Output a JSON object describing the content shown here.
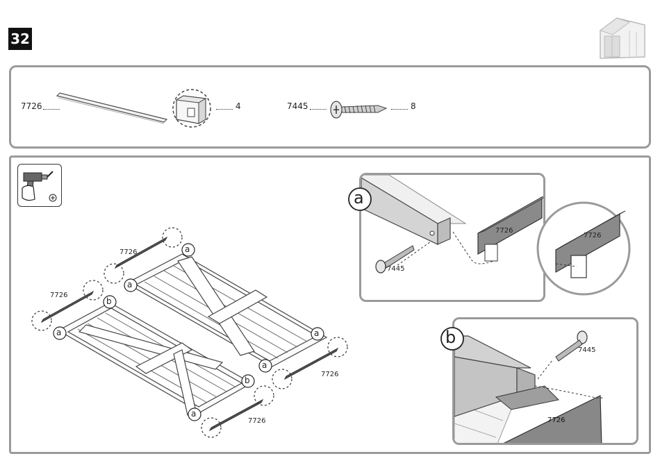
{
  "step": {
    "number": "32"
  },
  "parts": {
    "profile": {
      "code": "7726",
      "qty": "4"
    },
    "screw": {
      "code": "7445",
      "qty": "8"
    }
  },
  "assembly": {
    "profile_labels": [
      "7726",
      "7726",
      "7726",
      "7726"
    ],
    "callouts": [
      "a",
      "a",
      "b",
      "a",
      "b",
      "a",
      "a",
      "a"
    ]
  },
  "detail_a": {
    "letter": "a",
    "profile_code": "7726",
    "zoom_profile_code": "7726",
    "screw_code": "7445"
  },
  "detail_b": {
    "letter": "b",
    "profile_code": "7726",
    "screw_code": "7445"
  },
  "icons": {
    "tool": "drill-icon",
    "shed": "shed-icon",
    "screw_head": "phillips-head-icon"
  }
}
